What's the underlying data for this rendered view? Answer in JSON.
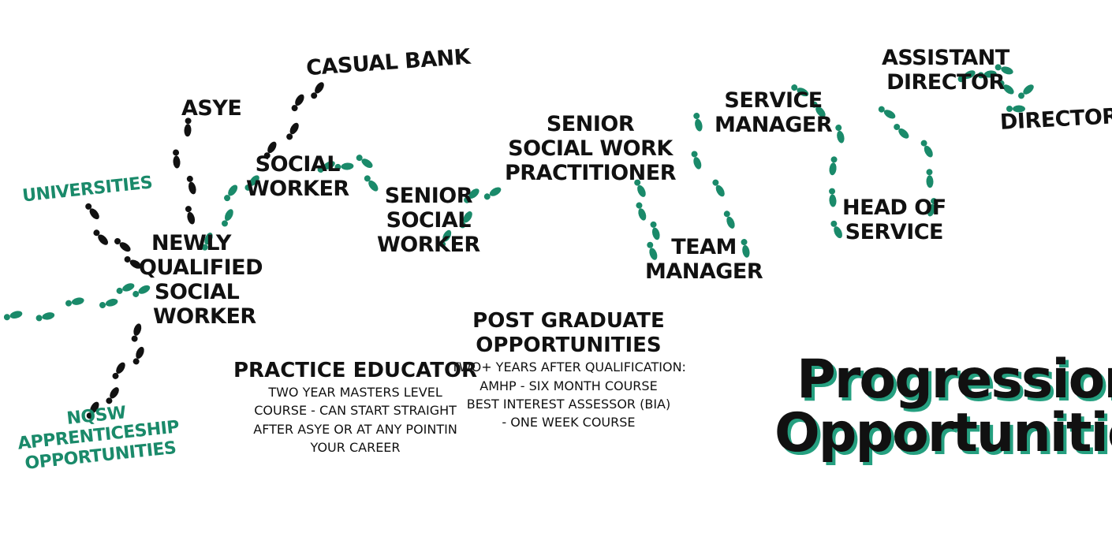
{
  "title": "Progression Opportunities",
  "colors": {
    "ink": "#111111",
    "accent": "#1a8a6a",
    "background": "#ffffff"
  },
  "nodes": {
    "universities": "UNIVERSITIES",
    "nqsw_apprenticeship": [
      "NQSW",
      "APPRENTICESHIP",
      "OPPORTUNITIES"
    ],
    "newly_qualified": [
      "NEWLY",
      "QUALIFIED",
      "SOCIAL",
      "WORKER"
    ],
    "asye": "ASYE",
    "casual_bank": "CASUAL BANK",
    "social_worker": [
      "SOCIAL",
      "WORKER"
    ],
    "senior_social_worker": [
      "SENIOR",
      "SOCIAL",
      "WORKER"
    ],
    "senior_practitioner": [
      "SENIOR",
      "SOCIAL WORK",
      "PRACTITIONER"
    ],
    "team_manager": [
      "TEAM",
      "MANAGER"
    ],
    "service_manager": [
      "SERVICE",
      "MANAGER"
    ],
    "head_of_service": [
      "HEAD OF",
      "SERVICE"
    ],
    "assistant_director": [
      "ASSISTANT",
      "DIRECTOR"
    ],
    "director": "DIRECTOR"
  },
  "practice_educator": {
    "heading": "PRACTICE EDUCATOR",
    "lines": [
      "TWO YEAR  MASTERS LEVEL",
      "COURSE - CAN START STRAIGHT",
      "AFTER ASYE OR AT  ANY POINTIN",
      "YOUR CAREER"
    ]
  },
  "post_graduate": {
    "heading": [
      "POST GRADUATE",
      "OPPORTUNITIES"
    ],
    "lines": [
      "TWO+ YEARS AFTER QUALIFICATION:",
      "AMHP - SIX MONTH COURSE",
      "BEST INTEREST ASSESSOR (BIA)",
      "- ONE WEEK COURSE"
    ]
  }
}
